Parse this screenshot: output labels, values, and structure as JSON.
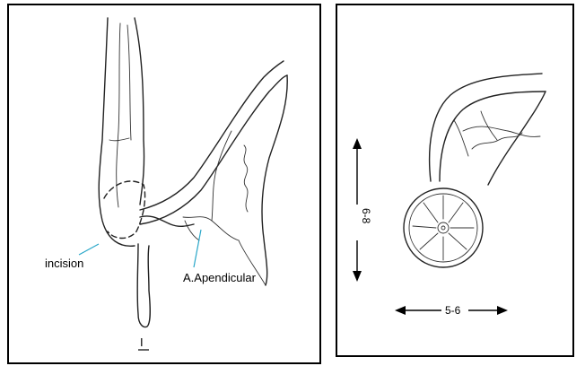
{
  "left_panel": {
    "label_incision": "incision",
    "label_artery": "A.Apendicular",
    "figure_number": "I"
  },
  "right_panel": {
    "vertical_dimension": "6-8",
    "horizontal_dimension": "5-6"
  },
  "colors": {
    "leader_line": "#2aa7c9",
    "ink": "#222222",
    "border": "#000000"
  }
}
